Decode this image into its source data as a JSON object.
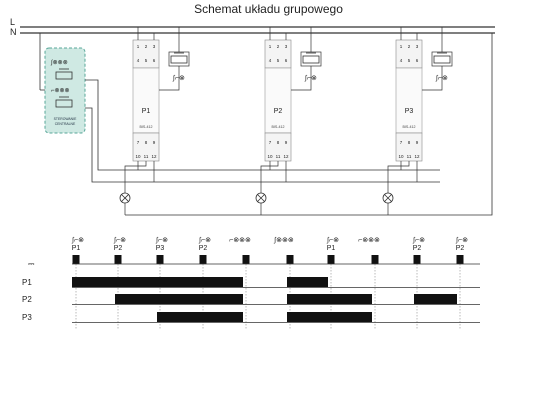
{
  "title": "Schemat układu grupowego",
  "lines": {
    "L": "L",
    "N": "N"
  },
  "central_box": {
    "label_1": "STEROWANIE",
    "label_2": "CENTRALNE",
    "color": "#cfe9e3",
    "border": "#5aa79a"
  },
  "relays": [
    {
      "name": "P1",
      "model": "BIS-412",
      "top_terms": [
        "1",
        "2",
        "3"
      ],
      "mid_terms": [
        "4",
        "5",
        "6"
      ],
      "low_terms": [
        "7",
        "8",
        "9"
      ],
      "bot_terms": [
        "10",
        "11",
        "12"
      ]
    },
    {
      "name": "P2",
      "model": "BIS-412",
      "top_terms": [
        "1",
        "2",
        "3"
      ],
      "mid_terms": [
        "4",
        "5",
        "6"
      ],
      "low_terms": [
        "7",
        "8",
        "9"
      ],
      "bot_terms": [
        "10",
        "11",
        "12"
      ]
    },
    {
      "name": "P3",
      "model": "BIS-412",
      "top_terms": [
        "1",
        "2",
        "3"
      ],
      "mid_terms": [
        "4",
        "5",
        "6"
      ],
      "low_terms": [
        "7",
        "8",
        "9"
      ],
      "bot_terms": [
        "10",
        "11",
        "12"
      ]
    }
  ],
  "timing": {
    "events": [
      {
        "label": "P1",
        "kind": "local"
      },
      {
        "label": "P2",
        "kind": "local"
      },
      {
        "label": "P3",
        "kind": "local"
      },
      {
        "label": "P2",
        "kind": "local"
      },
      {
        "label": "",
        "kind": "central-off"
      },
      {
        "label": "",
        "kind": "central-on"
      },
      {
        "label": "P1",
        "kind": "local"
      },
      {
        "label": "",
        "kind": "central-off"
      },
      {
        "label": "P2",
        "kind": "local"
      },
      {
        "label": "P2",
        "kind": "local"
      }
    ],
    "rows": [
      {
        "label": "P1",
        "on": [
          [
            0,
            4
          ]
        ],
        "on2": [
          [
            5,
            6
          ]
        ]
      },
      {
        "label": "P2",
        "on": [
          [
            1,
            4
          ]
        ],
        "on2": [
          [
            5,
            7
          ],
          [
            8,
            9
          ]
        ]
      },
      {
        "label": "P3",
        "on": [
          [
            2,
            4
          ]
        ],
        "on2": [
          [
            5,
            7
          ]
        ]
      }
    ]
  }
}
